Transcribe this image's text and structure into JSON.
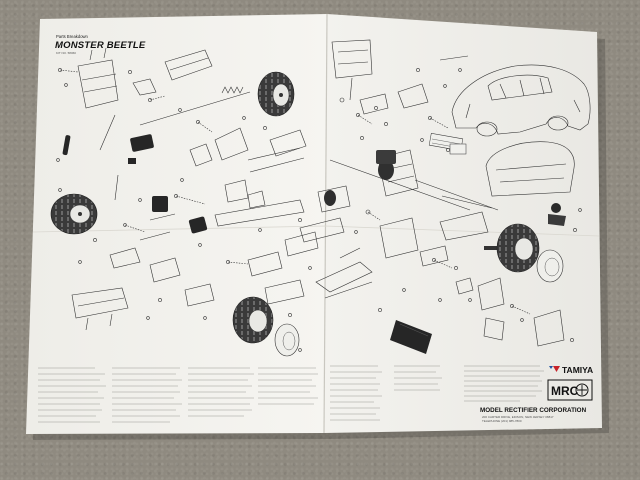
{
  "sheet": {
    "kicker": "Parts Breakdown",
    "title": "MONSTER BEETLE",
    "item_no": "KIT NO. 58060",
    "brand": "TAMIYA",
    "distributor_logo": "MRC",
    "distributor_name": "MODEL RECTIFIER CORPORATION",
    "distributor_address": "200 CARTER DRIVE, EDISON, NEW JERSEY 08817",
    "distributor_phone": "TELEPHONE (201) 985-7800"
  },
  "colors": {
    "paper": "#f4f3ef",
    "ink": "#1a1a1a",
    "carpet": "#8f8a80"
  }
}
